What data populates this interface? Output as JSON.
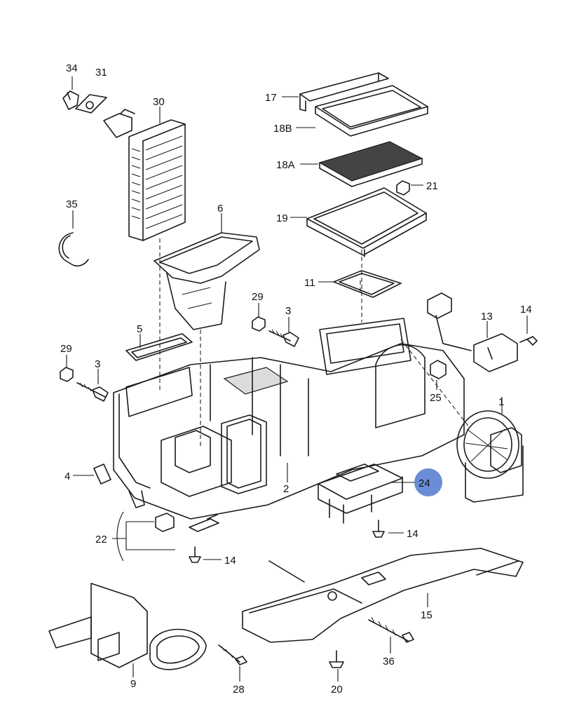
{
  "callouts": {
    "c34": "34",
    "c31": "31",
    "c30": "30",
    "c35": "35",
    "c6": "6",
    "c17": "17",
    "c18b": "18B",
    "c18a": "18A",
    "c21": "21",
    "c19": "19",
    "c11": "11",
    "c29a": "29",
    "c3a": "3",
    "c13": "13",
    "c14a": "14",
    "c5": "5",
    "c29b": "29",
    "c3b": "3",
    "c25": "25",
    "c1": "1",
    "c4": "4",
    "c2": "2",
    "c24": "24",
    "c14b": "14",
    "c22": "22",
    "c14c": "14",
    "c15": "15",
    "c36": "36",
    "c9": "9",
    "c28": "28",
    "c20": "20"
  },
  "highlight": {
    "callout": "24",
    "color": "#5b7fd1"
  }
}
